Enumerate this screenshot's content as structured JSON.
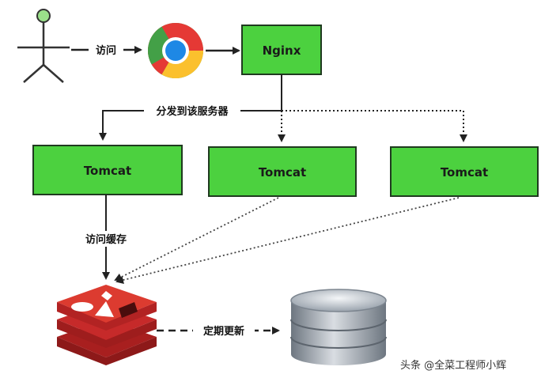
{
  "colors": {
    "box_fill": "#4cd13f",
    "box_stroke": "#1f3a1f",
    "line": "#222222",
    "redis": "#c62a2a",
    "db": "#9aa3ad"
  },
  "icons": {
    "user": "stick-figure-icon",
    "browser": "chrome-icon",
    "cache": "redis-icon",
    "database": "database-icon"
  },
  "nodes": {
    "nginx": "Nginx",
    "tomcat1": "Tomcat",
    "tomcat2": "Tomcat",
    "tomcat3": "Tomcat"
  },
  "edges": {
    "visit": "访问",
    "dispatch": "分发到该服务器",
    "access_cache": "访问缓存",
    "periodic_update": "定期更新"
  },
  "watermark": "头条 @全菜工程师小辉"
}
